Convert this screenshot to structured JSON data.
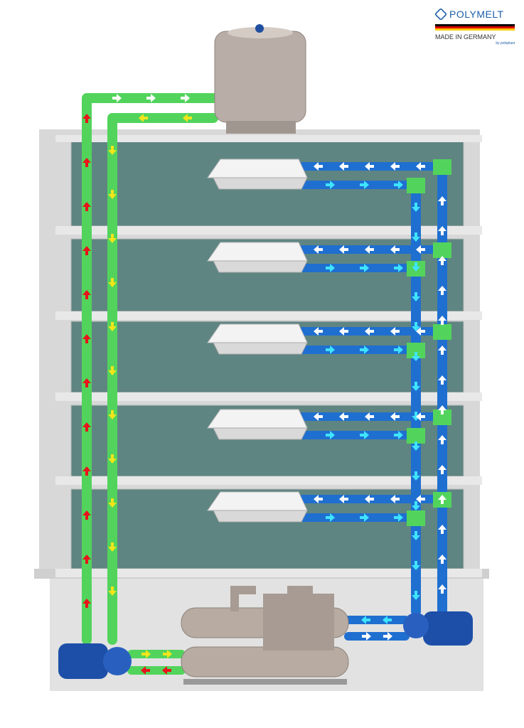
{
  "logo": {
    "brand": "POLYMELT",
    "tagline": "MADE IN GERMANY",
    "by": "by poloplast"
  },
  "colors": {
    "green_pipe": "#52d45c",
    "blue_pipe": "#1f6fd0",
    "red_arrow": "#e8141b",
    "yellow_arrow": "#f2e51a",
    "white_arrow": "#ffffff",
    "cyan_arrow": "#3fe4ff"
  },
  "floors": 5
}
